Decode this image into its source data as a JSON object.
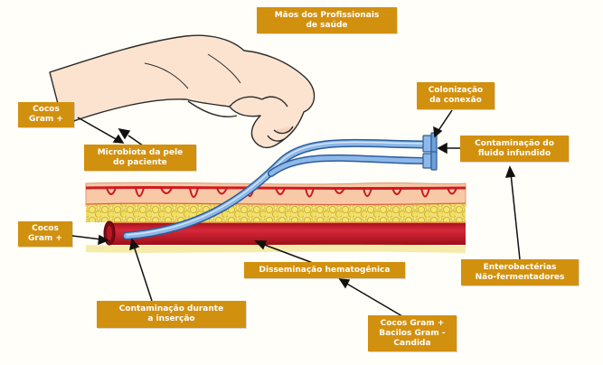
{
  "diagram": {
    "labels": {
      "maos": "Mãos dos Profissionais\nde saúde",
      "colonizacao": "Colonização\nda conexão",
      "cocos_top": "Cocos\nGram +",
      "microbiota": "Microbiota da pele\ndo paciente",
      "fluido": "Contaminação do\nfluido infundido",
      "cocos_mid": "Cocos\nGram +",
      "disseminacao": "Disseminação hematogênica",
      "enterobacterias": "Enterobactérias\nNão-fermentadores",
      "insercao": "Contaminação durante\na inserção",
      "cocos_bacilos": "Cocos Gram +\nBacilos Gram -\nCandida"
    },
    "colors": {
      "label_bg": "#d2900f",
      "label_text": "#ffffff",
      "vessel": "#c8202c",
      "fat": "#e8d24a",
      "catheter": "#6f9fd6"
    },
    "icons": [
      "hand-icon",
      "catheter-icon",
      "skin-tissue-icon",
      "blood-vessel-icon"
    ]
  }
}
